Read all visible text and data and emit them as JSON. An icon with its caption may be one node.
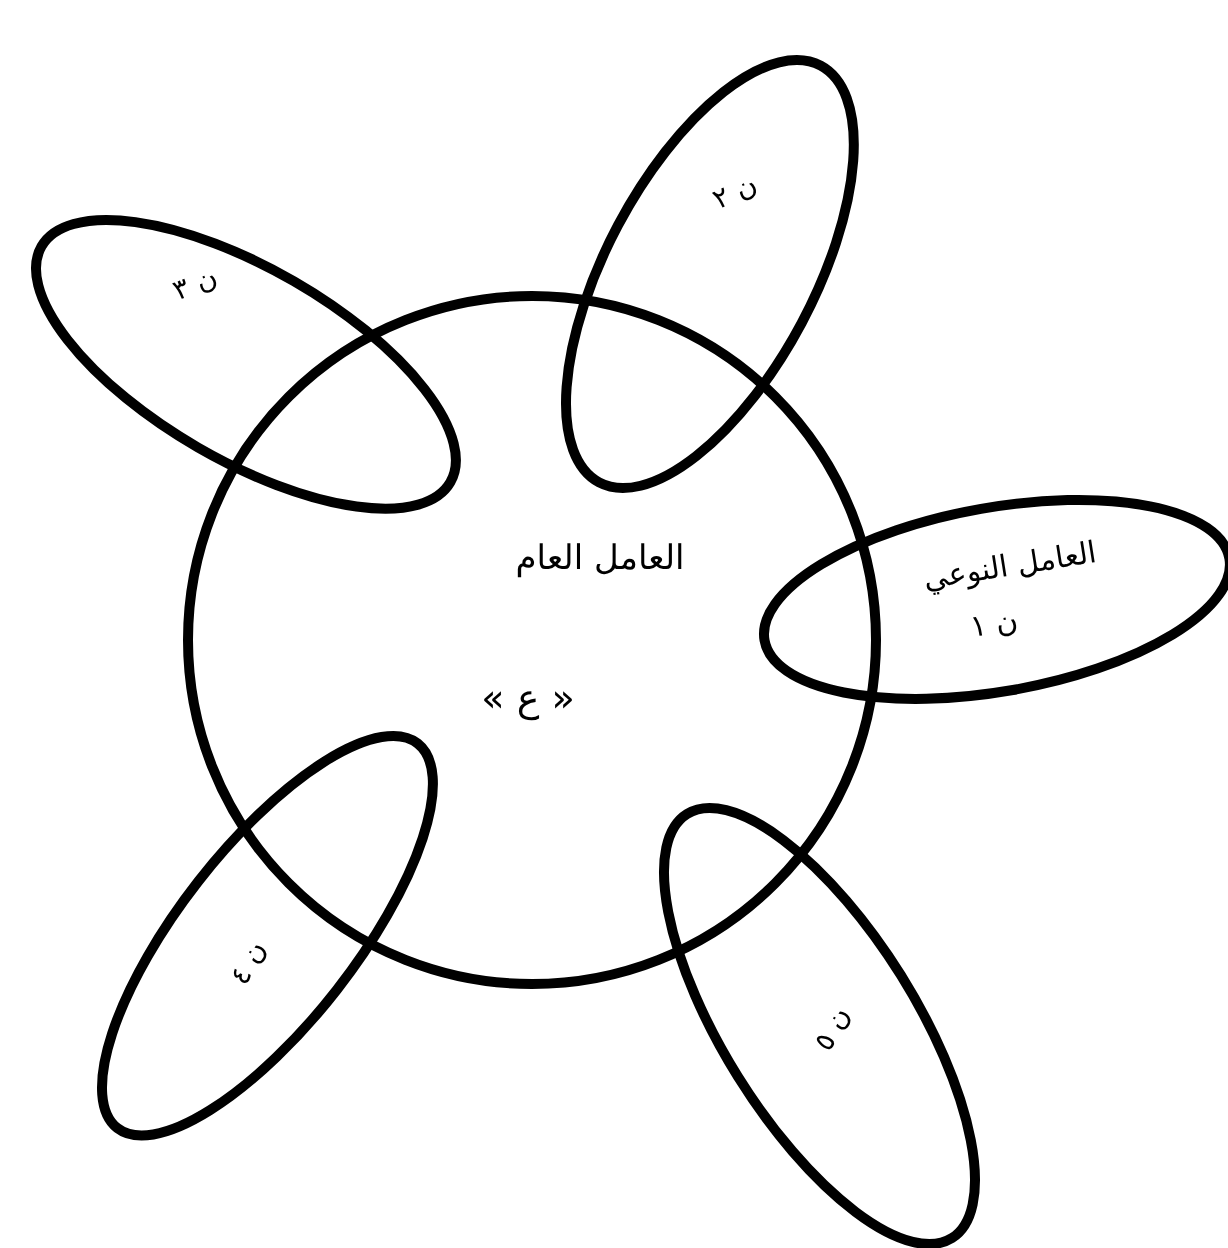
{
  "diagram": {
    "nodes": [
      {
        "text": [
          "العامل العام",
          "« ع »"
        ]
      },
      {
        "text": [
          "العامل النوعي",
          "ن ١"
        ]
      },
      {
        "text": [
          "ن ٢"
        ]
      },
      {
        "text": [
          "ن ٣"
        ]
      },
      {
        "text": [
          "ن ٤"
        ]
      },
      {
        "text": [
          "ن ٥"
        ]
      }
    ]
  }
}
